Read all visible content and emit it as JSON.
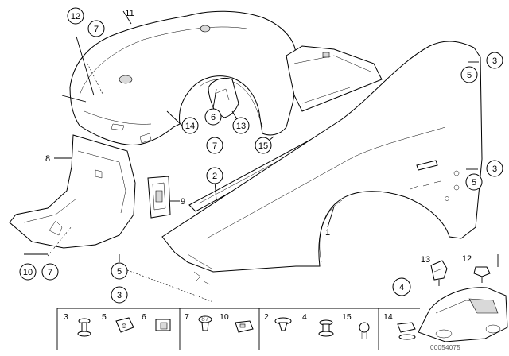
{
  "diagram": {
    "callouts": {
      "c12": "12",
      "c7a": "7",
      "l11": "11",
      "c3a": "3",
      "c5a": "5",
      "l8": "8",
      "c14": "14",
      "c6": "6",
      "c13": "13",
      "c7b": "7",
      "c15": "15",
      "c2": "2",
      "l9": "9",
      "c5b": "5",
      "c3b": "3",
      "l1": "1",
      "c10": "10",
      "c7c": "7",
      "c5c": "5",
      "c3c": "3",
      "c4": "4",
      "l13": "13",
      "l12": "12"
    },
    "legend": {
      "b3": "3",
      "b5": "5",
      "b6": "6",
      "b7": "7",
      "b10": "10",
      "b2": "2",
      "b4": "4",
      "b15": "15",
      "b14": "14"
    },
    "image_code": "00054075"
  }
}
